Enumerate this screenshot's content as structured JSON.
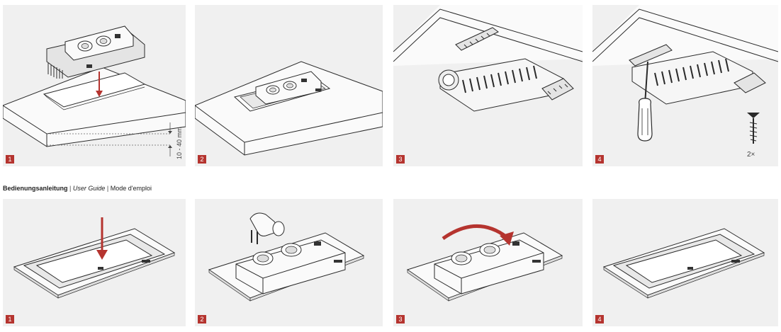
{
  "install_steps": [
    {
      "number": "1"
    },
    {
      "number": "2"
    },
    {
      "number": "3"
    },
    {
      "number": "4"
    }
  ],
  "install_labels": {
    "thickness": "10 - 40 mm",
    "screw_count": "2×"
  },
  "guide_heading": {
    "german": "Bedienungsanleitung",
    "separator_1": " | ",
    "english": "User Guide",
    "separator_2": " | ",
    "french": "Mode d'emploi"
  },
  "usage_steps": [
    {
      "number": "1"
    },
    {
      "number": "2"
    },
    {
      "number": "3"
    },
    {
      "number": "4"
    }
  ],
  "colors": {
    "panel_bg": "#f0f0f0",
    "accent_red": "#b5342f",
    "line": "#2a2a2a"
  }
}
